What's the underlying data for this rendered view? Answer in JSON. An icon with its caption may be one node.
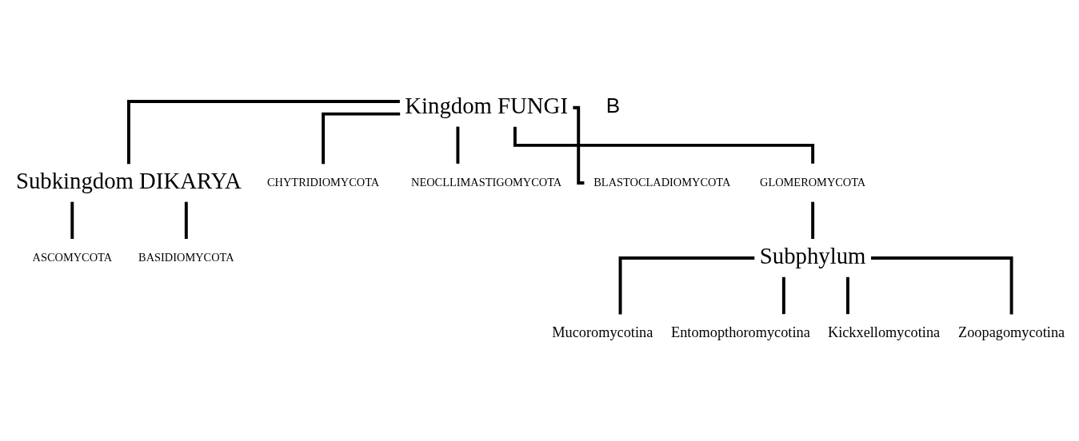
{
  "diagram": {
    "nodes": [
      {
        "text": [
          "Kingdom FUNGI"
        ]
      },
      {
        "text": [
          "Subkingdom DIKARYA"
        ]
      },
      {
        "text": [
          "CHYTRIDIOMYCOTA"
        ]
      },
      {
        "text": [
          "NEOCLLIMASTIGOMYCOTA"
        ]
      },
      {
        "text": [
          "BLASTOCLADIOMYCOTA"
        ]
      },
      {
        "text": [
          "GLOMEROMYCOTA"
        ]
      },
      {
        "text": [
          "ASCOMYCOTA"
        ]
      },
      {
        "text": [
          "BASIDIOMYCOTA"
        ]
      },
      {
        "text": [
          "Subphylum"
        ]
      },
      {
        "text": [
          "Mucoromycotina"
        ]
      },
      {
        "text": [
          "Entomopthoromycotina"
        ]
      },
      {
        "text": [
          "Kickxellomycotina"
        ]
      },
      {
        "text": [
          "Zoopagomycotina"
        ]
      }
    ],
    "edges": [
      {
        "from": 0,
        "to": 1,
        "arrow": "none"
      },
      {
        "from": 0,
        "to": 2,
        "arrow": "none"
      },
      {
        "from": 0,
        "to": 3,
        "arrow": "none"
      },
      {
        "from": 0,
        "to": 4,
        "arrow": "none"
      },
      {
        "from": 0,
        "to": 5,
        "arrow": "none"
      },
      {
        "from": 1,
        "to": 6,
        "arrow": "none"
      },
      {
        "from": 1,
        "to": 7,
        "arrow": "none"
      },
      {
        "from": 5,
        "to": 8,
        "arrow": "none"
      },
      {
        "from": 8,
        "to": 9,
        "arrow": "none"
      },
      {
        "from": 8,
        "to": 10,
        "arrow": "none"
      },
      {
        "from": 8,
        "to": 11,
        "arrow": "none"
      },
      {
        "from": 8,
        "to": 12,
        "arrow": "none"
      }
    ],
    "labels": [
      "B"
    ]
  }
}
